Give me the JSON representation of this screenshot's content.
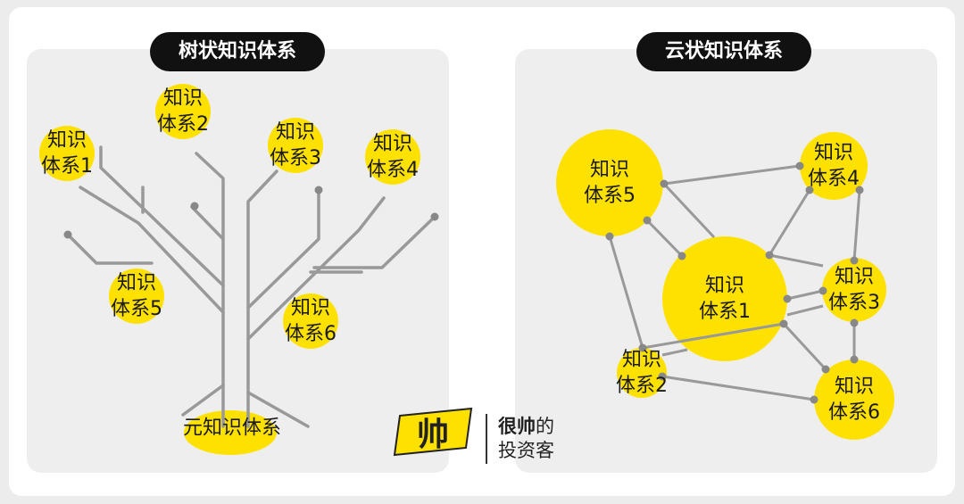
{
  "tree_panel": {
    "title": "树状知识体系",
    "nodes": [
      {
        "line1": "知识",
        "line2": "体系1"
      },
      {
        "line1": "知识",
        "line2": "体系2"
      },
      {
        "line1": "知识",
        "line2": "体系3"
      },
      {
        "line1": "知识",
        "line2": "体系4"
      },
      {
        "line1": "知识",
        "line2": "体系5"
      },
      {
        "line1": "知识",
        "line2": "体系6"
      }
    ],
    "root_label": "元知识体系"
  },
  "cloud_panel": {
    "title": "云状知识体系",
    "nodes": [
      {
        "line1": "知识",
        "line2": "体系1"
      },
      {
        "line1": "知识",
        "line2": "体系2"
      },
      {
        "line1": "知识",
        "line2": "体系3"
      },
      {
        "line1": "知识",
        "line2": "体系4"
      },
      {
        "line1": "知识",
        "line2": "体系5"
      },
      {
        "line1": "知识",
        "line2": "体系6"
      }
    ]
  },
  "brand": {
    "logo_text": "帅",
    "name_bold": "很帅",
    "name_rest": "的",
    "line2": "投资客"
  },
  "colors": {
    "accent": "#ffe100",
    "line": "#999999",
    "pill": "#111111",
    "panel": "#eeeeee"
  }
}
